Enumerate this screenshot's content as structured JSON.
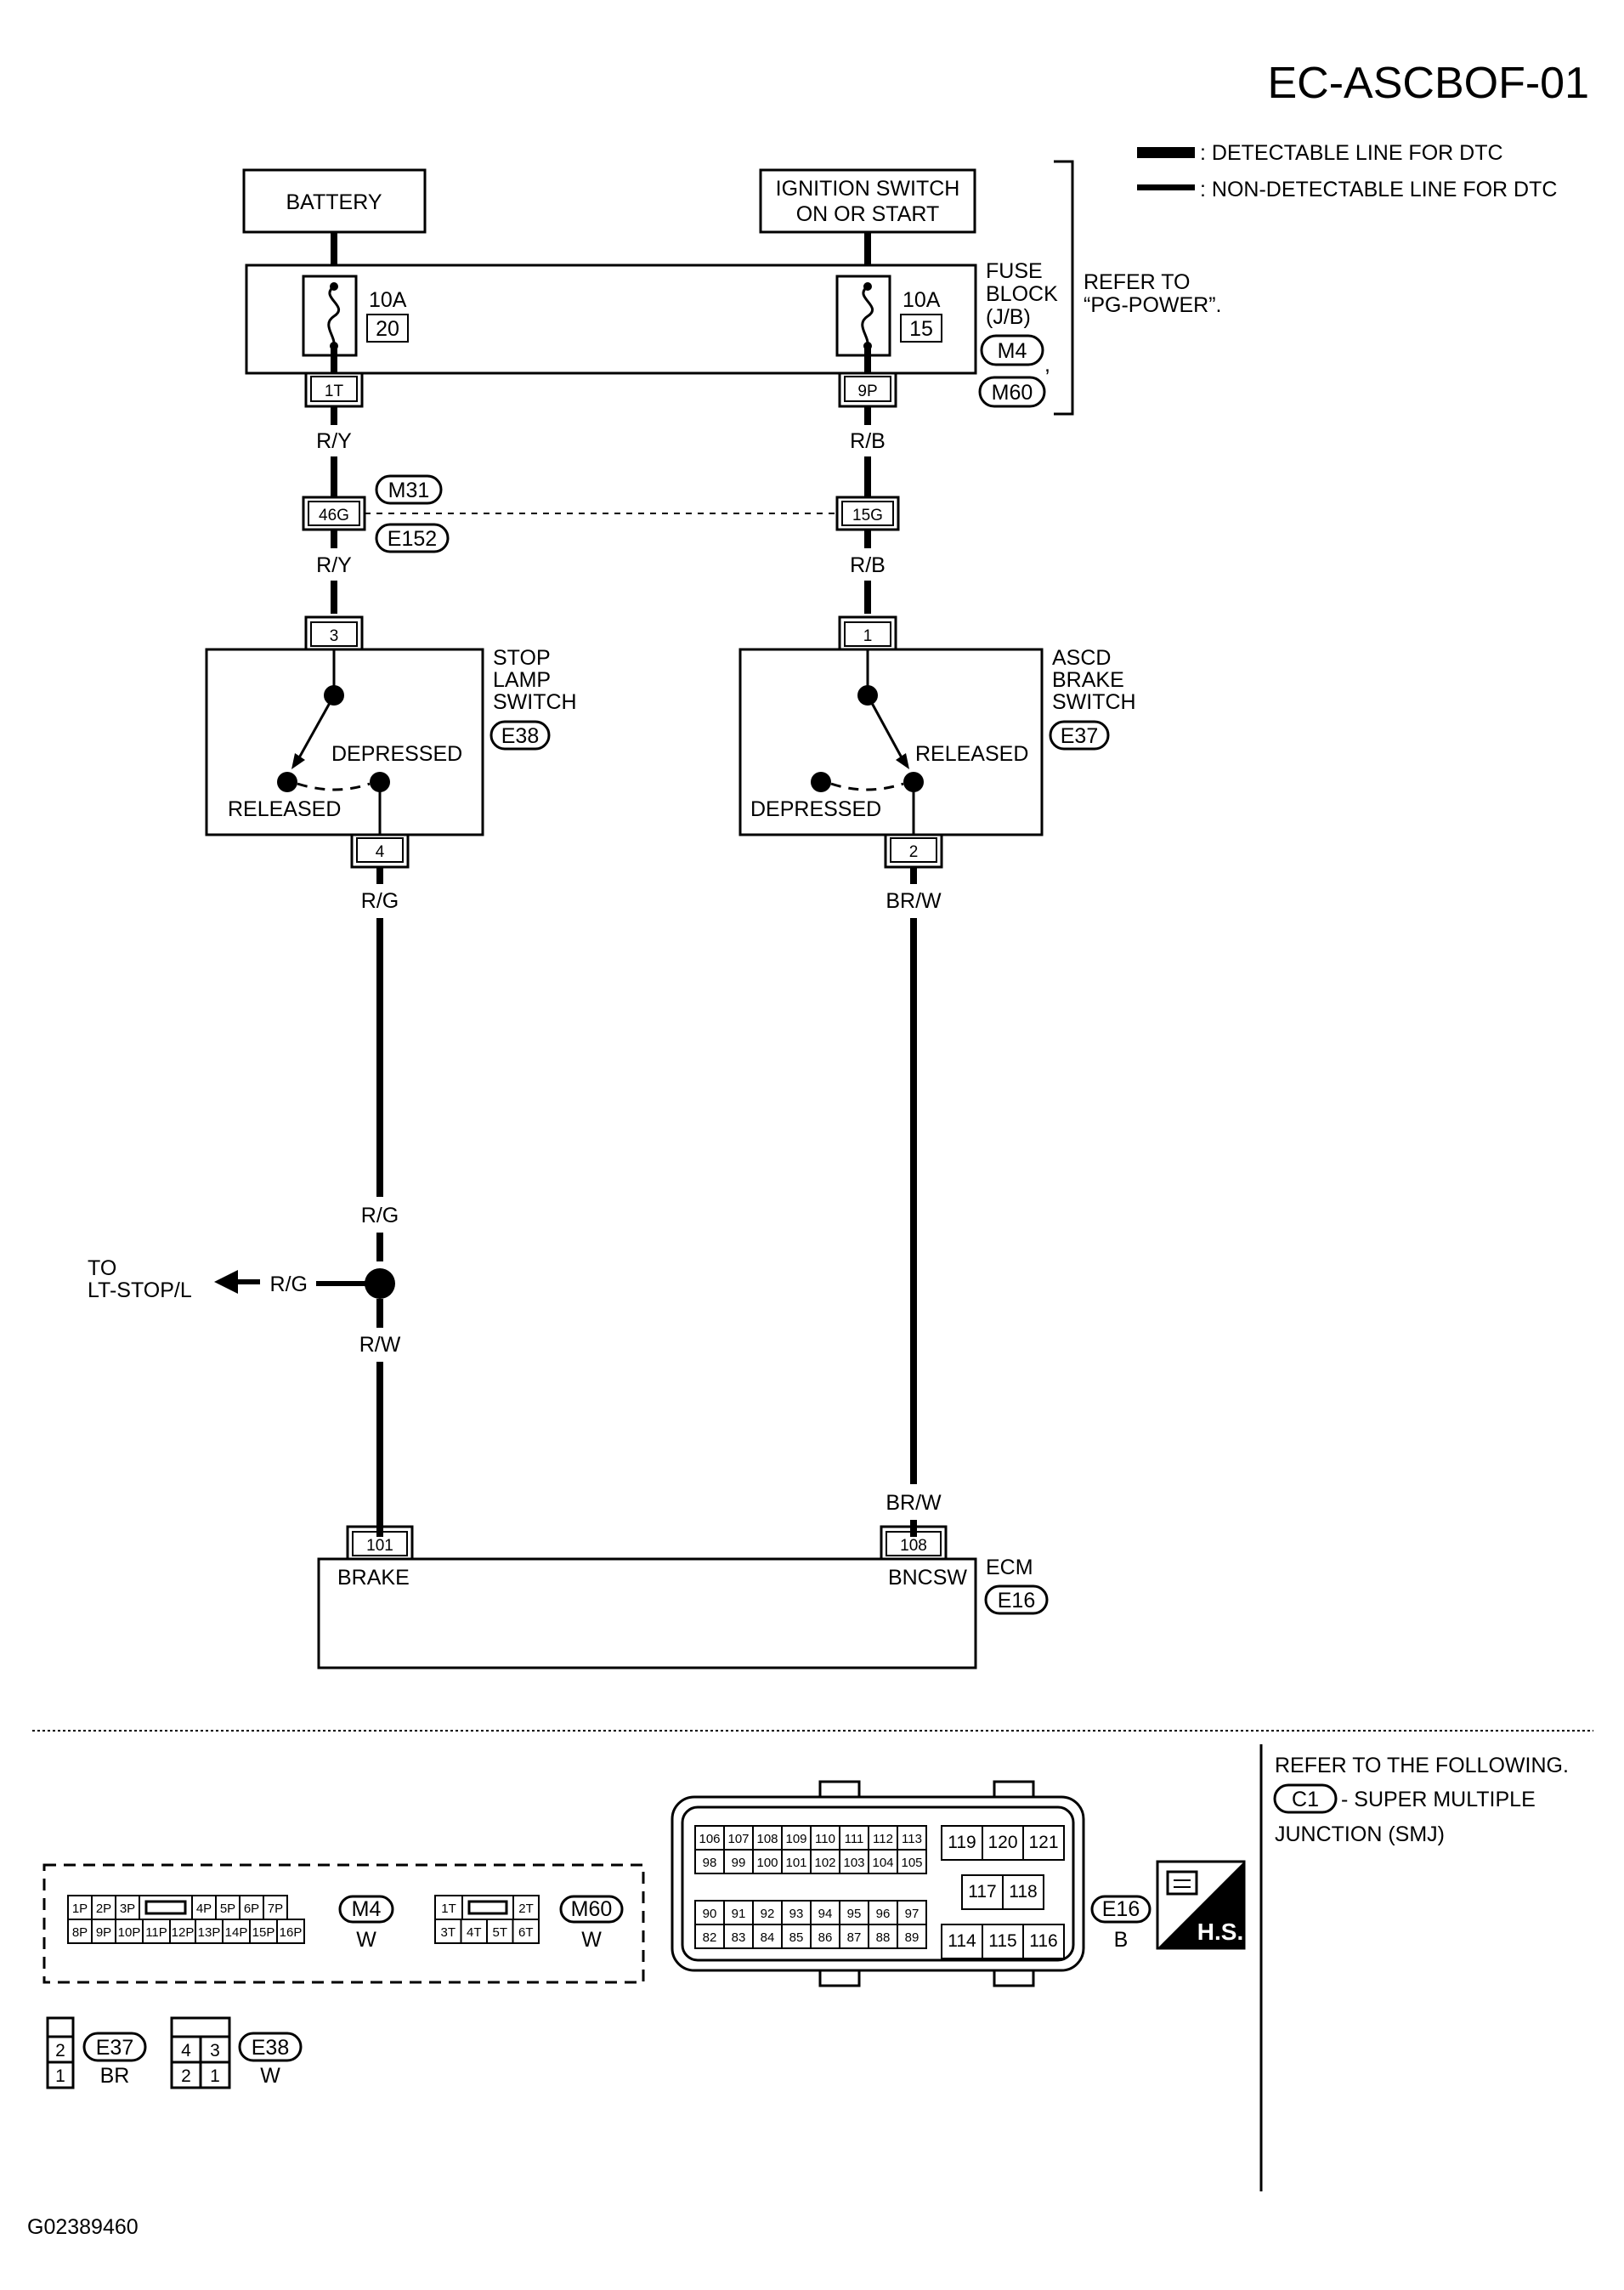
{
  "title": "EC-ASCBOF-01",
  "legend": {
    "detectable": ": DETECTABLE LINE FOR DTC",
    "non_detectable": ": NON-DETECTABLE LINE FOR DTC"
  },
  "battery": "BATTERY",
  "ignition": {
    "line1": "IGNITION SWITCH",
    "line2": "ON OR START"
  },
  "fuse_block": {
    "line1": "FUSE",
    "line2": "BLOCK",
    "line3": "(J/B)",
    "conn1": "M4",
    "conn2": "M60",
    "fuse_left_amp": "10A",
    "fuse_left_num": "20",
    "fuse_right_amp": "10A",
    "fuse_right_num": "15",
    "term_left": "1T",
    "term_right": "9P"
  },
  "refer_pg": {
    "line1": "REFER TO",
    "line2": "“PG-POWER”."
  },
  "wires": {
    "r_y": "R/Y",
    "r_b": "R/B",
    "r_g": "R/G",
    "r_w": "R/W",
    "br_w": "BR/W"
  },
  "joint": {
    "left_term": "46G",
    "right_term": "15G",
    "conn1": "M31",
    "conn2": "E152"
  },
  "stop_lamp": {
    "line1": "STOP",
    "line2": "LAMP",
    "line3": "SWITCH",
    "conn": "E38",
    "pin_in": "3",
    "pin_out": "4",
    "state_depressed": "DEPRESSED",
    "state_released": "RELEASED"
  },
  "ascd_brake": {
    "line1": "ASCD",
    "line2": "BRAKE",
    "line3": "SWITCH",
    "conn": "E37",
    "pin_in": "1",
    "pin_out": "2",
    "state_released": "RELEASED",
    "state_depressed": "DEPRESSED"
  },
  "to_lt": {
    "line1": "TO",
    "line2": "LT-STOP/L"
  },
  "ecm": {
    "name": "ECM",
    "conn": "E16",
    "pin_brake": "101",
    "pin_bncsw": "108",
    "label_brake": "BRAKE",
    "label_bncsw": "BNCSW"
  },
  "connectors": {
    "m4": {
      "name": "M4",
      "color": "W",
      "top": [
        "1P",
        "2P",
        "3P",
        "",
        "4P",
        "5P",
        "6P",
        "7P"
      ],
      "bottom": [
        "8P",
        "9P",
        "10P",
        "11P",
        "12P",
        "13P",
        "14P",
        "15P",
        "16P"
      ]
    },
    "m60": {
      "name": "M60",
      "color": "W",
      "top": [
        "1T",
        "",
        "2T"
      ],
      "bottom": [
        "3T",
        "4T",
        "5T",
        "6T"
      ]
    },
    "e16": {
      "name": "E16",
      "color": "B",
      "left_rows": [
        [
          "106",
          "107",
          "108",
          "109",
          "110",
          "111",
          "112",
          "113"
        ],
        [
          "98",
          "99",
          "100",
          "101",
          "102",
          "103",
          "104",
          "105"
        ],
        [
          "90",
          "91",
          "92",
          "93",
          "94",
          "95",
          "96",
          "97"
        ],
        [
          "82",
          "83",
          "84",
          "85",
          "86",
          "87",
          "88",
          "89"
        ]
      ],
      "right_rows": [
        [
          "119",
          "120",
          "121"
        ],
        [
          "117",
          "118"
        ],
        [
          "114",
          "115",
          "116"
        ]
      ]
    },
    "e37": {
      "name": "E37",
      "color": "BR",
      "cells": [
        "2",
        "1"
      ]
    },
    "e38": {
      "name": "E38",
      "color": "W",
      "top": [
        "4",
        "3"
      ],
      "bottom": [
        "2",
        "1"
      ]
    }
  },
  "refer_following": {
    "line1": "REFER TO THE FOLLOWING.",
    "conn": "C1",
    "line2": "- SUPER MULTIPLE",
    "line3": "JUNCTION (SMJ)"
  },
  "hs_badge": "H.S.",
  "figure_id": "G02389460"
}
